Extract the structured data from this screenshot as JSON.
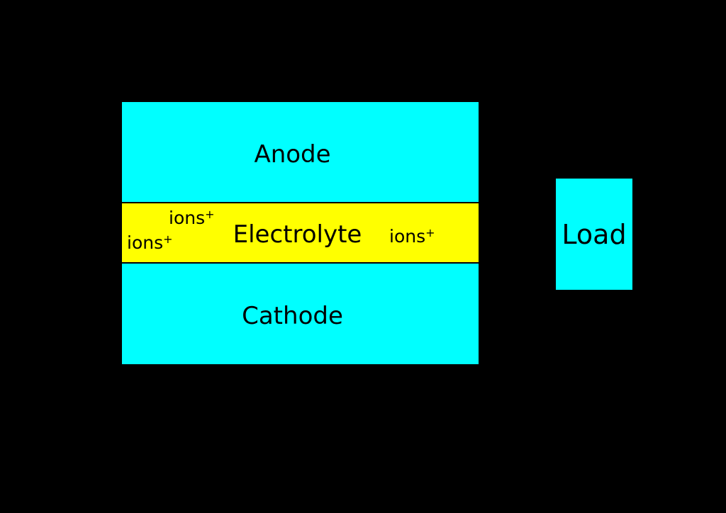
{
  "diagram": {
    "stack": {
      "layers": [
        {
          "name": "anode",
          "label": "Anode",
          "fill": "#00ffff"
        },
        {
          "name": "electrolyte",
          "label": "Electrolyte",
          "fill": "#ffff00"
        },
        {
          "name": "cathode",
          "label": "Cathode",
          "fill": "#00ffff"
        }
      ],
      "ion_markers": {
        "text": "ions",
        "superscript": "+",
        "count": 3
      }
    },
    "load": {
      "label": "Load",
      "fill": "#00ffff"
    },
    "colors": {
      "background": "#000000",
      "separator": "#000000",
      "electrode": "#00ffff",
      "electrolyte": "#ffff00"
    }
  }
}
